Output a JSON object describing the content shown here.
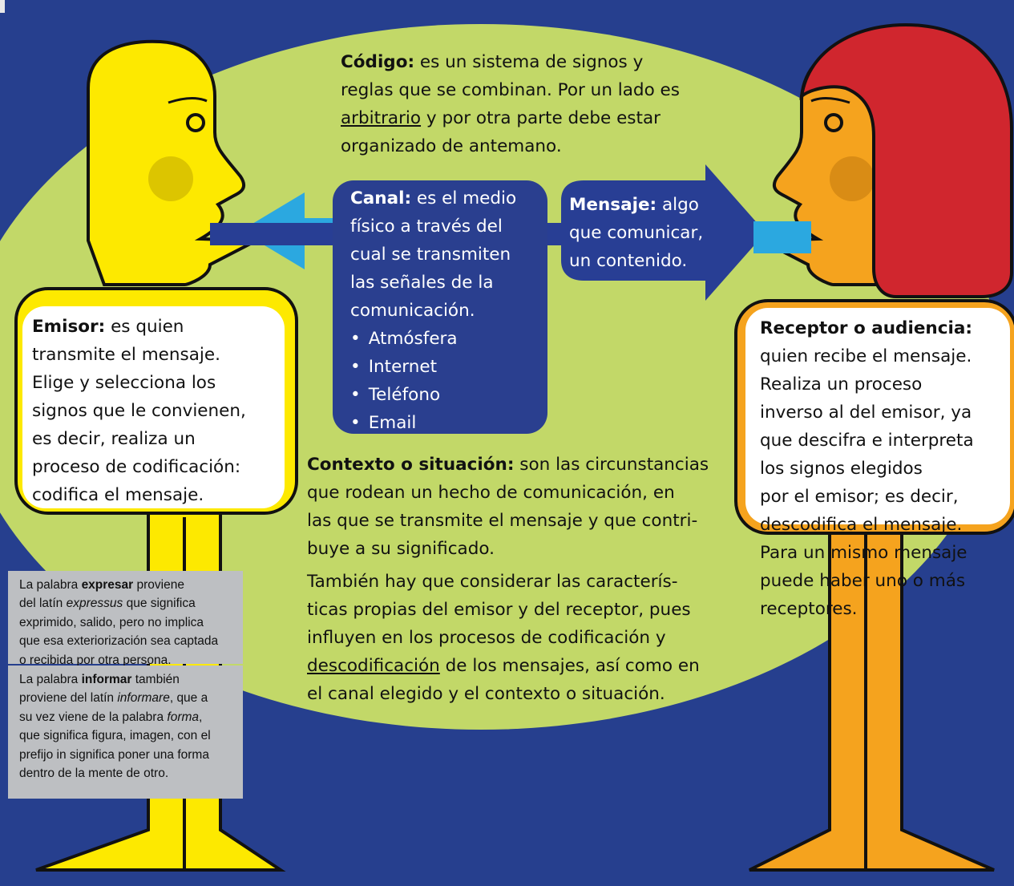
{
  "codigo": {
    "title": "Código:",
    "line1": " es un sistema de signos y",
    "line2": "reglas que se combinan. Por un lado es",
    "underlined": "arbitrario",
    "line3": " y por otra parte debe estar",
    "line4": "organizado de antemano."
  },
  "canal": {
    "title": "Canal:",
    "lines": [
      " es el medio",
      "físico a través del",
      "cual se transmiten",
      "las señales de  la",
      "comunicación."
    ],
    "items": [
      "Atmósfera",
      "Internet",
      "Teléfono",
      "Email"
    ]
  },
  "mensaje": {
    "title": "Mensaje:",
    "lines": [
      " algo",
      "que comunicar,",
      "un contenido."
    ]
  },
  "emisor": {
    "title": "Emisor:",
    "lines": [
      " es quien",
      "transmite el mensaje.",
      "Elige y selecciona los",
      "signos que le convienen,",
      "es decir, realiza un",
      "proceso de codificación:",
      "codifica el mensaje."
    ]
  },
  "receptor": {
    "title": "Receptor o audiencia:",
    "lines": [
      "quien recibe el mensaje.",
      "Realiza un proceso",
      "inverso al del emisor, ya",
      "que descifra e interpreta",
      "los signos elegidos",
      "por el emisor; es decir,",
      "descodifica el mensaje.",
      "Para un mismo mensaje",
      "puede haber uno o más",
      "receptores."
    ]
  },
  "contexto": {
    "title": "Contexto o situación:",
    "lines": [
      " son las circunstancias",
      "que rodean un hecho de comunicación, en",
      "las que se transmite el mensaje y que contri-",
      "buye a su significado."
    ]
  },
  "tambien": {
    "lines": [
      "También hay que considerar las caracterís-",
      "ticas propias del emisor y del receptor, pues",
      "influyen en los procesos de codificación y"
    ],
    "underlined": "descodificación",
    "line4": " de los mensajes, así como en",
    "line5": "el canal elegido y el contexto o situación."
  },
  "note1": {
    "pre": "La palabra ",
    "bold": "expresar",
    "post1": " proviene",
    "line2pre": "del latín ",
    "italic": "expressus",
    "line2post": " que significa",
    "lines": [
      "exprimido, salido, pero no implica",
      "que esa exteriorización sea captada",
      "o recibida por otra persona."
    ]
  },
  "note2": {
    "pre": "La palabra ",
    "bold": "informar",
    "post1": " también",
    "line2pre": "proviene del latín ",
    "italic": "informare",
    "line2post": ", que a",
    "line3pre": "su vez viene de la palabra ",
    "italic2": "forma",
    "line3post": ",",
    "lines": [
      "que significa figura, imagen, con el",
      "prefijo in significa poner una forma",
      "dentro de la mente de otro."
    ]
  },
  "colors": {
    "background": "#263f8e",
    "oval": "#c2d868",
    "emisor": "#fde900",
    "receptor": "#f5a31e",
    "hair": "#d0262e",
    "arrow_dark": "#283e94",
    "arrow_light": "#2ba8e0"
  }
}
